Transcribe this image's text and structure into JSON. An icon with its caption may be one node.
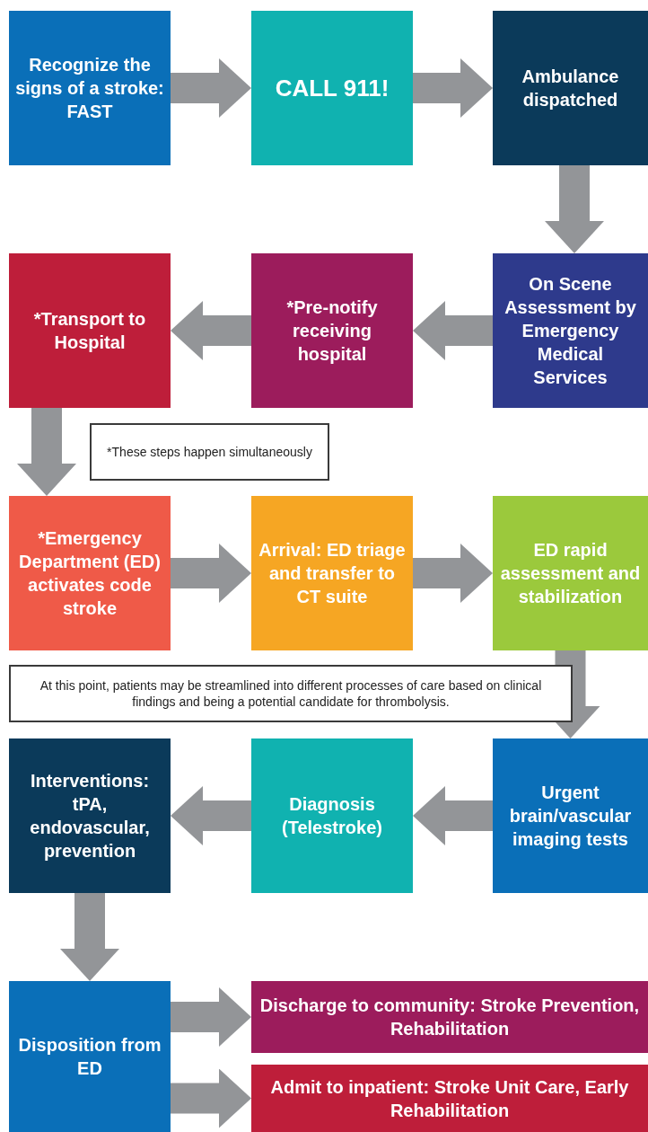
{
  "diagram": {
    "nodes": [
      {
        "text": [
          "Recognize the signs of a stroke: FAST"
        ]
      },
      {
        "text": [
          "CALL 911!"
        ]
      },
      {
        "text": [
          "Ambulance dispatched"
        ]
      },
      {
        "text": [
          "On Scene Assessment by Emergency Medical Services"
        ]
      },
      {
        "text": [
          "*Pre-notify receiving hospital"
        ]
      },
      {
        "text": [
          "*Transport to Hospital"
        ]
      },
      {
        "text": [
          "*These steps happen simultaneously"
        ]
      },
      {
        "text": [
          "*Emergency Department (ED) activates code stroke"
        ]
      },
      {
        "text": [
          "Arrival: ED triage and transfer to CT suite"
        ]
      },
      {
        "text": [
          "ED rapid assessment and stabilization"
        ]
      },
      {
        "text": [
          "At this point, patients may be streamlined into different processes of care based on clinical findings and being a potential candidate for thrombolysis."
        ]
      },
      {
        "text": [
          "Urgent brain/vascular imaging tests"
        ]
      },
      {
        "text": [
          "Diagnosis (Telestroke)"
        ]
      },
      {
        "text": [
          "Interventions: tPA, endovascular, prevention"
        ]
      },
      {
        "text": [
          "Disposition from ED"
        ]
      },
      {
        "text": [
          "Discharge to community: Stroke Prevention, Rehabilitation"
        ]
      },
      {
        "text": [
          "Admit to inpatient: Stroke Unit Care, Early Rehabilitation"
        ]
      }
    ],
    "edges": [
      {
        "from": 0,
        "to": 1,
        "arrow": "to"
      },
      {
        "from": 1,
        "to": 2,
        "arrow": "to"
      },
      {
        "from": 2,
        "to": 3,
        "arrow": "to"
      },
      {
        "from": 3,
        "to": 4,
        "arrow": "to"
      },
      {
        "from": 4,
        "to": 5,
        "arrow": "to"
      },
      {
        "from": 5,
        "to": 7,
        "arrow": "to"
      },
      {
        "from": 7,
        "to": 8,
        "arrow": "to"
      },
      {
        "from": 8,
        "to": 9,
        "arrow": "to"
      },
      {
        "from": 9,
        "to": 11,
        "arrow": "to"
      },
      {
        "from": 11,
        "to": 12,
        "arrow": "to"
      },
      {
        "from": 12,
        "to": 13,
        "arrow": "to"
      },
      {
        "from": 13,
        "to": 14,
        "arrow": "to"
      },
      {
        "from": 14,
        "to": 15,
        "arrow": "to"
      },
      {
        "from": 14,
        "to": 16,
        "arrow": "to"
      }
    ]
  }
}
